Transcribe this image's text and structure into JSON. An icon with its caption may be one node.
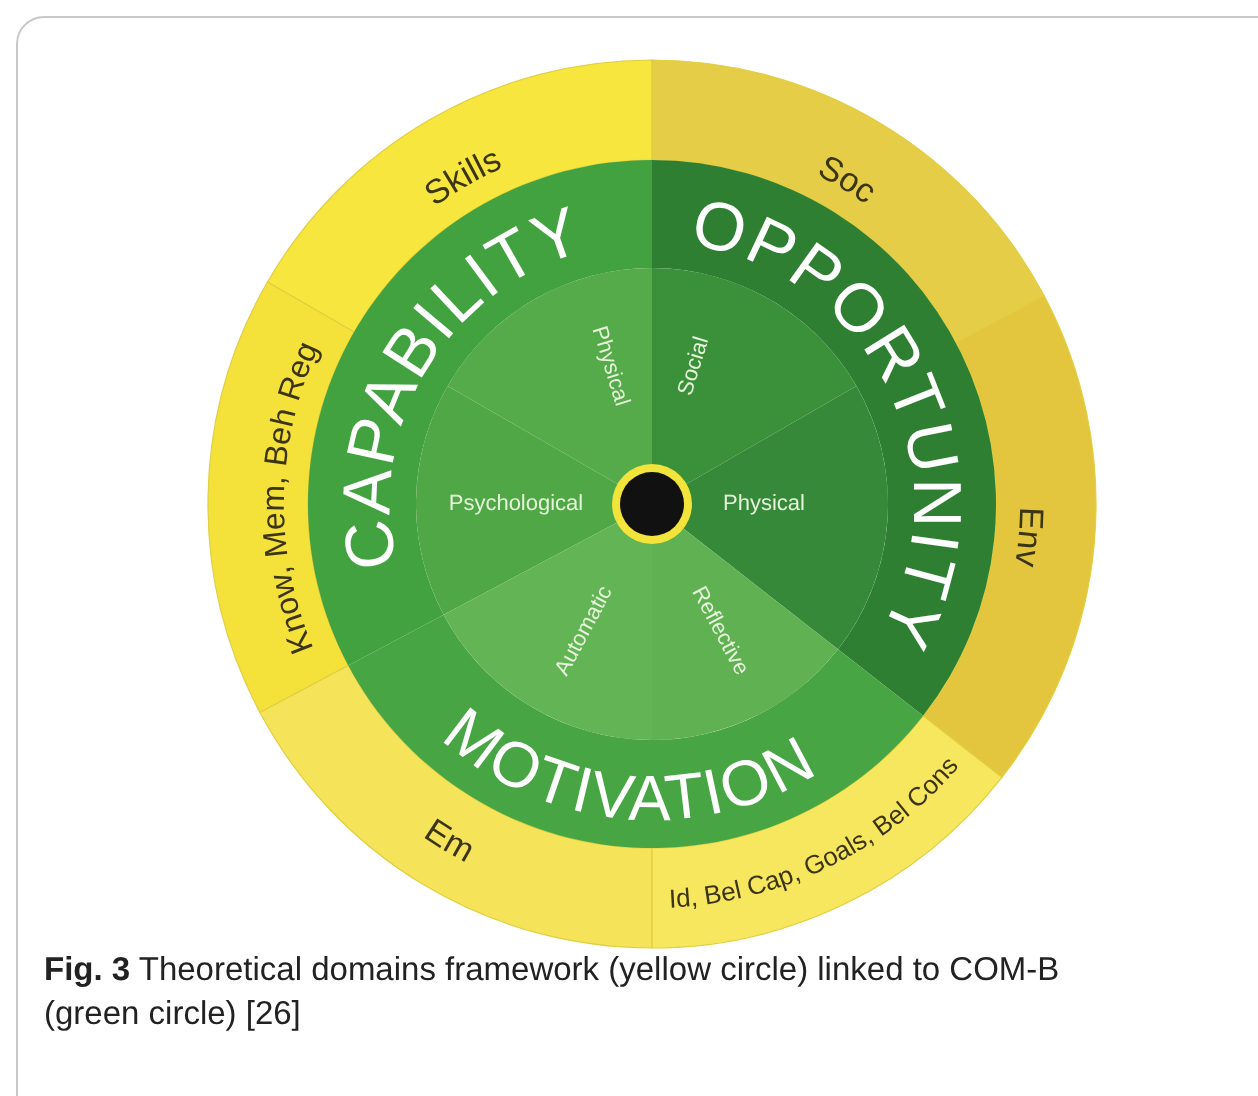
{
  "diagram": {
    "caption": "**Fig. 3** Theoretical domains framework (yellow circle) linked to COM-B (green circle) [26]",
    "nodes": [
      {
        "text": [
          "Skills"
        ]
      },
      {
        "text": [
          "Soc"
        ]
      },
      {
        "text": [
          "Know, Mem, Beh Reg"
        ]
      },
      {
        "text": [
          "Env"
        ]
      },
      {
        "text": [
          "Em"
        ]
      },
      {
        "text": [
          "Id, Bel Cap, Goals, Bel Cons"
        ]
      },
      {
        "text": [
          "CAPABILITY"
        ]
      },
      {
        "text": [
          "OPPORTUNITY"
        ]
      },
      {
        "text": [
          "MOTIVATION"
        ]
      },
      {
        "text": [
          "Physical"
        ]
      },
      {
        "text": [
          "Social"
        ]
      },
      {
        "text": [
          "Psychological"
        ]
      },
      {
        "text": [
          "Physical"
        ]
      },
      {
        "text": [
          "Automatic"
        ]
      },
      {
        "text": [
          "Reflective"
        ]
      }
    ]
  }
}
